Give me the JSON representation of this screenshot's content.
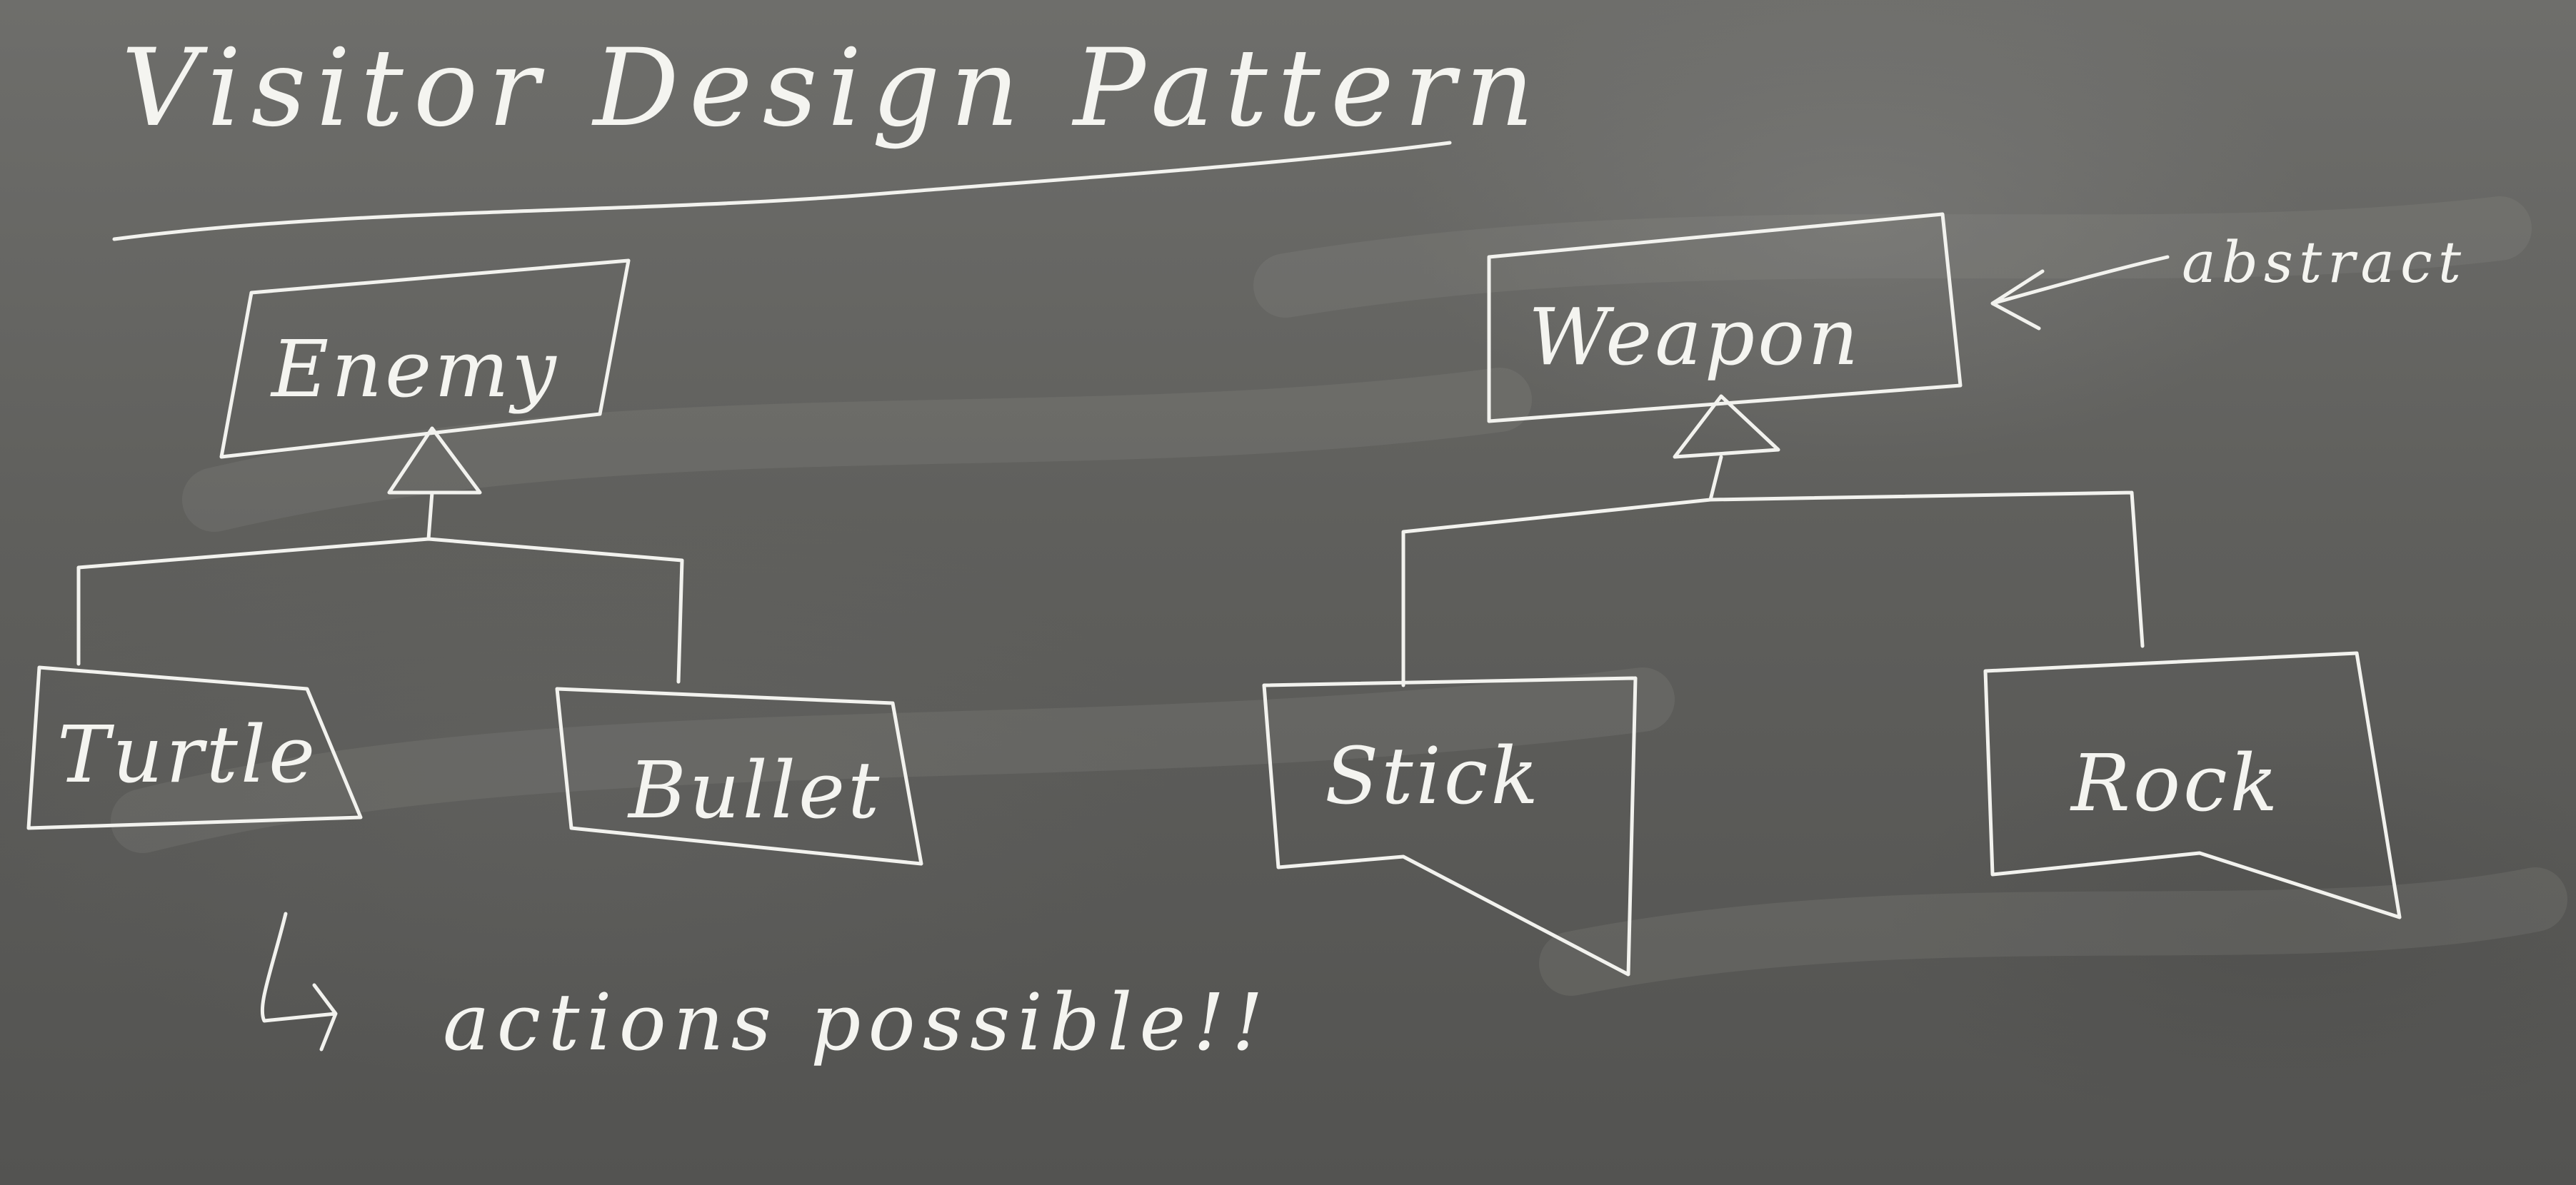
{
  "title": "Visitor Design Pattern",
  "hierarchies": [
    {
      "parent": "Enemy",
      "children": [
        "Turtle",
        "Bullet"
      ]
    },
    {
      "parent": "Weapon",
      "parent_annotation": "abstract",
      "children": [
        "Stick",
        "Rock"
      ]
    }
  ],
  "note": "actions possible!!",
  "colors": {
    "board": "#5f5f5c",
    "chalk": "#f2f2ee"
  }
}
